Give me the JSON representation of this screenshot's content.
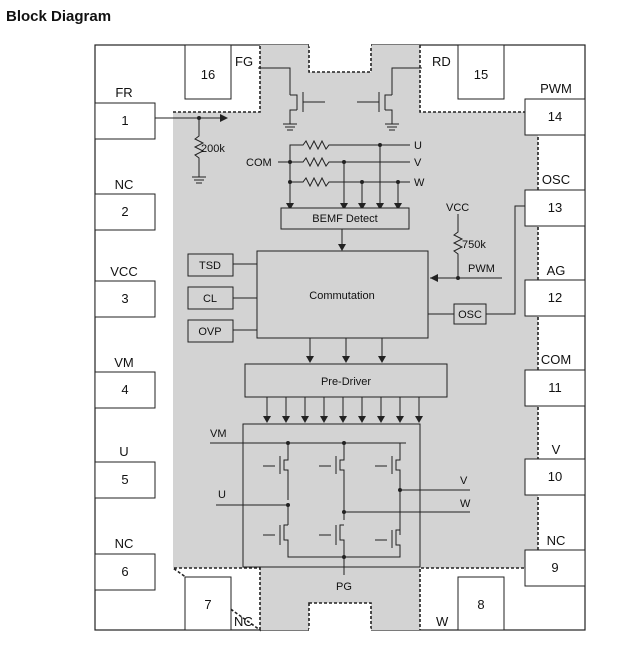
{
  "title": "Block Diagram",
  "pins_left": [
    {
      "name": "FR",
      "num": "1"
    },
    {
      "name": "NC",
      "num": "2"
    },
    {
      "name": "VCC",
      "num": "3"
    },
    {
      "name": "VM",
      "num": "4"
    },
    {
      "name": "U",
      "num": "5"
    },
    {
      "name": "NC",
      "num": "6"
    }
  ],
  "pins_right": [
    {
      "name": "PWM",
      "num": "14"
    },
    {
      "name": "OSC",
      "num": "13"
    },
    {
      "name": "AG",
      "num": "12"
    },
    {
      "name": "COM",
      "num": "11"
    },
    {
      "name": "V",
      "num": "10"
    },
    {
      "name": "NC",
      "num": "9"
    }
  ],
  "pins_top": [
    {
      "name": "FG",
      "num": "16"
    },
    {
      "name": "RD",
      "num": "15"
    }
  ],
  "pins_bottom": [
    {
      "name": "NC",
      "num": "7"
    },
    {
      "name": "W",
      "num": "8"
    }
  ],
  "blocks": {
    "bemf": "BEMF Detect",
    "tsd": "TSD",
    "cl": "CL",
    "ovp": "OVP",
    "commutation": "Commutation",
    "osc": "OSC",
    "predriver": "Pre-Driver"
  },
  "signals": {
    "resistor_200k": "200k",
    "com": "COM",
    "u": "U",
    "v": "V",
    "w": "W",
    "vcc": "VCC",
    "resistor_750k": "750k",
    "pwm": "PWM",
    "vm": "VM",
    "u_out": "U",
    "v_out": "V",
    "w_out": "W",
    "pg": "PG"
  }
}
